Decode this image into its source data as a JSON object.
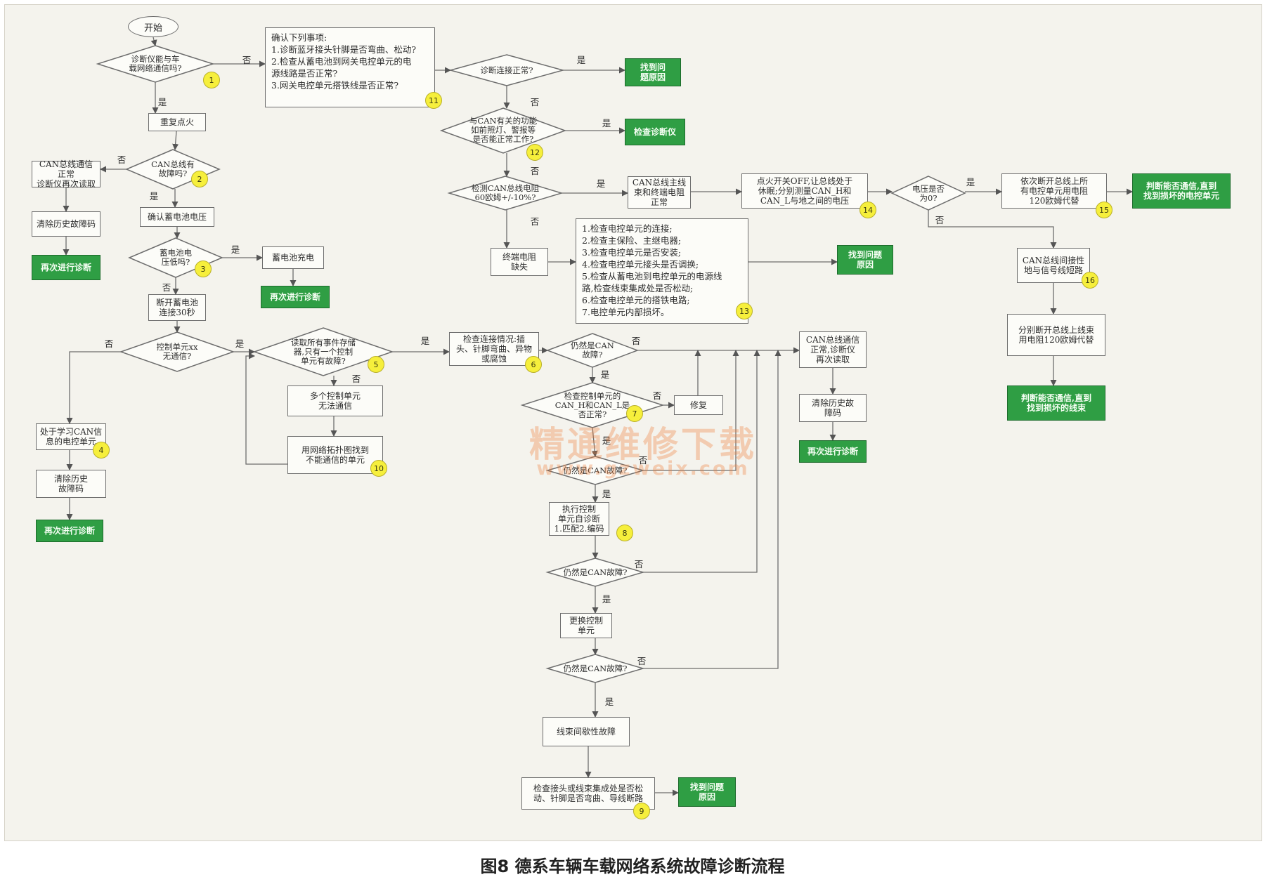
{
  "caption": "图8 德系车辆车载网络系统故障诊断流程",
  "watermark": {
    "text": "精通维修下载",
    "url": "www.gzweix.com"
  },
  "edge_labels": {
    "yes": "是",
    "no": "否"
  },
  "colors": {
    "action_green": "#2f9e44",
    "badge_yellow": "#f6ef3c",
    "line": "#6d6d6d",
    "background": "#f4f3ed"
  },
  "nodes": {
    "start": "开始",
    "d1": "诊断仪能与车\n载网络通信吗?",
    "b11": "确认下列事项:\n1.诊断蓝牙接头针脚是否弯曲、松动?\n2.检查从蓄电池到网关电控单元的电\n源线路是否正常?\n3.网关电控单元搭铁线是否正常?",
    "d_diag_ok": "诊断连接正常?",
    "g_found1": "找到问\n题原因",
    "d12": "与CAN有关的功能\n如前照灯、警报等\n是否能正常工作?",
    "g_check_tool": "检查诊断仪",
    "d_resist": "检测CAN总线电阻\n60欧姆+/-10%?",
    "b_main_ok": "CAN总线主线\n束和终端电阻\n正常",
    "b14": "点火开关OFF,让总线处于\n休眠;分别测量CAN_H和\nCAN_L与地之间的电压",
    "d_volt0": "电压是否\n为0?",
    "b15": "依次断开总线上所\n有电控单元用电阻\n120欧姆代替",
    "g15": "判断能否通信,直到\n找到损坏的电控单元",
    "b16": "CAN总线间接性\n地与信号线短路",
    "b16_next": "分别断开总线上线束\n用电阻120欧姆代替",
    "g16": "判断能否通信,直到\n找到损坏的线束",
    "b_term": "终端电阻\n缺失",
    "b13": "1.检查电控单元的连接;\n2.检查主保险、主继电器;\n3.检查电控单元是否安装;\n4.检查电控单元接头是否调换;\n5.检查从蓄电池到电控单元的电源线\n路,检查线束集成处是否松动;\n6.检查电控单元的搭铁电路;\n7.电控单元内部损坏。",
    "g_found13": "找到问题\n原因",
    "b_reig": "重复点火",
    "d2": "CAN总线有\n故障吗?",
    "b_can_ok_l": "CAN总线通信正常\n诊断仪再次读取",
    "b_clear_l": "清除历史故障码",
    "g_rediag_l": "再次进行诊断",
    "b_batt_v": "确认蓄电池电压",
    "d3": "蓄电池电\n压低吗?",
    "b_charge": "蓄电池充电",
    "g_rediag_c": "再次进行诊断",
    "b_disc30": "断开蓄电池\n连接30秒",
    "d_xx": "控制单元xx\n无通信?",
    "b4": "处于学习CAN信\n息的电控单元",
    "b_clear4": "清除历史\n故障码",
    "g_rediag4": "再次进行诊断",
    "d5": "读取所有事件存储\n器,只有一个控制\n单元有故障?",
    "b_multi": "多个控制单元\n无法通信",
    "b10": "用网络拓扑图找到\n不能通信的单元",
    "b6": "检查连接情况:插\n头、针脚弯曲、异物\n或腐蚀",
    "d_can1": "仍然是CAN\n故障?",
    "b_can_ok_r": "CAN总线通信\n正常,诊断仪\n再次读取",
    "b_clear_r": "清除历史故\n障码",
    "g_rediag_r": "再次进行诊断",
    "d7": "检查控制单元的\nCAN_H和CAN_L是\n否正常?",
    "b_repair": "修复",
    "d_can2": "仍然是CAN故障?",
    "b8": "执行控制\n单元自诊断\n1.匹配2.编码",
    "d_can3": "仍然是CAN故障?",
    "b_replace": "更换控制\n单元",
    "d_can4": "仍然是CAN故障?",
    "b_intermit": "线束间歇性故障",
    "b9": "检查接头或线束集成处是否松\n动、针脚是否弯曲、导线断路",
    "g_found9": "找到问题\n原因"
  },
  "badges": [
    "1",
    "2",
    "3",
    "4",
    "5",
    "6",
    "7",
    "8",
    "9",
    "10",
    "11",
    "12",
    "13",
    "14",
    "15",
    "16"
  ]
}
